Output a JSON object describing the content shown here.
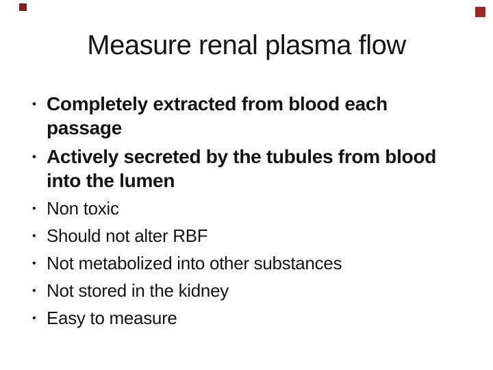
{
  "slide": {
    "title": "Measure renal plasma flow",
    "bullet_glyph": "•",
    "bullets": [
      {
        "text": "Completely extracted from blood each\npassage",
        "emphasis": true
      },
      {
        "text": "Actively secreted by the tubules from blood\ninto the lumen",
        "emphasis": true
      },
      {
        "text": "Non toxic",
        "emphasis": false
      },
      {
        "text": "Should not alter RBF",
        "emphasis": false
      },
      {
        "text": "Not metabolized into other substances",
        "emphasis": false
      },
      {
        "text": "Not stored in the kidney",
        "emphasis": false
      },
      {
        "text": "Easy to measure",
        "emphasis": false
      }
    ],
    "colors": {
      "background": "#ffffff",
      "text": "#141414",
      "accent_square_left": "#831f1e",
      "accent_square_right": "#9d2722"
    }
  }
}
